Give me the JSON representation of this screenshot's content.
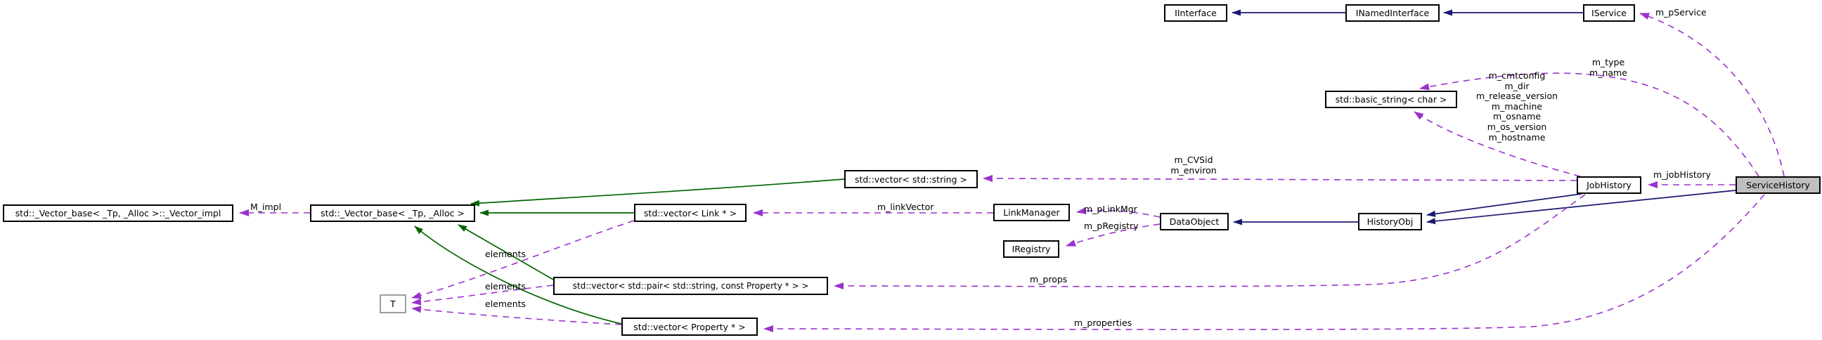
{
  "diagram_type": "collaboration-graph",
  "colors": {
    "inheritance_edge": "#191970",
    "protected_inheritance_edge": "#006400",
    "usage_edge": "#9a32cd",
    "node_border": "#000000",
    "current_node_fill": "#bfbfbf",
    "template_param_border": "#9e9e9e",
    "background": "#ffffff"
  },
  "nodes": {
    "iinterface": "IInterface",
    "inamedinterface": "INamedInterface",
    "iservice": "IService",
    "basic_string": "std::basic_string< char >",
    "vector_string": "std::vector< std::string >",
    "jobhistory": "JobHistory",
    "servicehistory": "ServiceHistory",
    "historyobj": "HistoryObj",
    "dataobject": "DataObject",
    "linkmanager": "LinkManager",
    "iregistry": "IRegistry",
    "vector_impl": "std::_Vector_base< _Tp, _Alloc >::_Vector_impl",
    "vector_base": "std::_Vector_base< _Tp, _Alloc >",
    "vector_link": "std::vector< Link * >",
    "vector_pair": "std::vector< std::pair< std::string, const Property * > >",
    "vector_property": "std::vector< Property * >",
    "t": "T"
  },
  "edge_labels": {
    "m_pservice": "m_pService",
    "m_type_name": "m_type\nm_name",
    "job_history_strings": "m_cmtconfig\nm_dir\nm_release_version\nm_machine\nm_osname\nm_os_version\nm_hostname",
    "m_cvsid_environ": "m_CVSid\nm_environ",
    "m_jobhistory": "m_jobHistory",
    "m_plinkmgr": "m_pLinkMgr",
    "m_pregistry": "m_pRegistry",
    "m_linkvector": "m_linkVector",
    "m_props": "m_props",
    "m_properties": "m_properties",
    "m_impl": "M_impl",
    "elements_1": "elements",
    "elements_2": "elements",
    "elements_3": "elements"
  }
}
